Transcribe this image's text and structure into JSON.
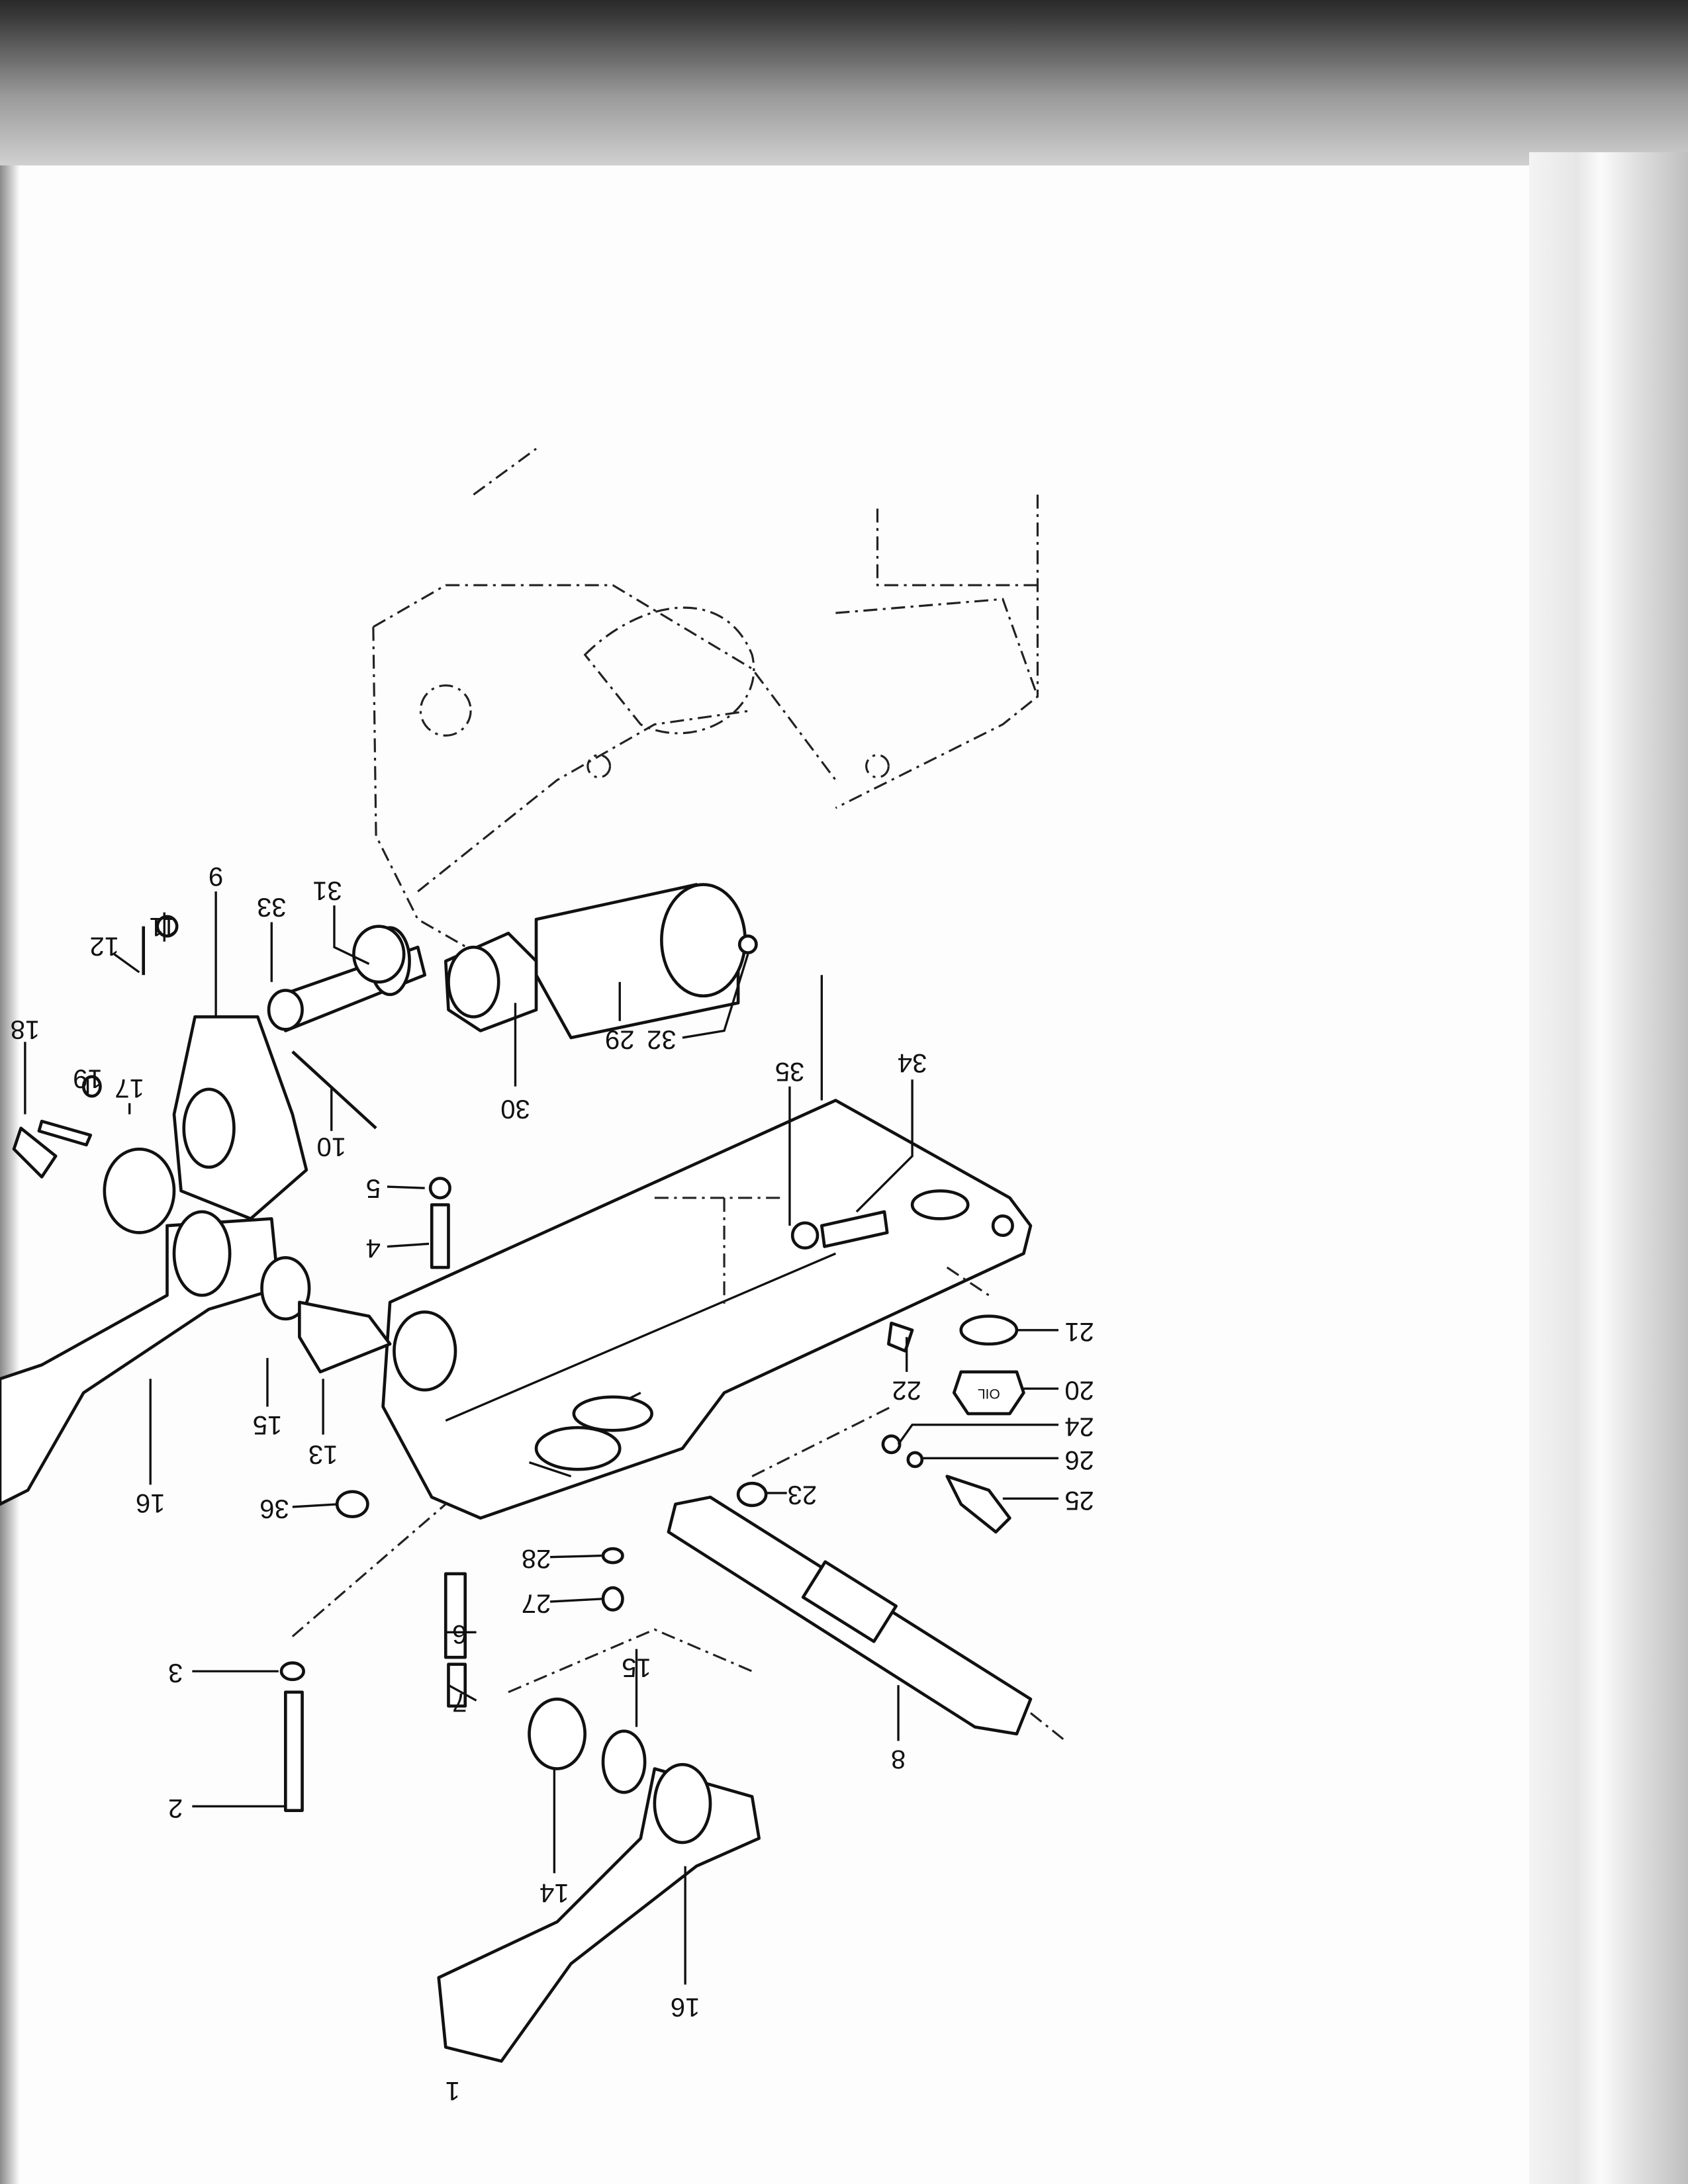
{
  "diagram": {
    "orientation": "rotated 180 degrees (scanned upside down)",
    "callouts": [
      "1",
      "2",
      "3",
      "4",
      "5",
      "6",
      "7",
      "8",
      "9",
      "10",
      "11",
      "12",
      "13",
      "14",
      "15",
      "16",
      "17",
      "18",
      "19",
      "20",
      "21",
      "22",
      "23",
      "24",
      "25",
      "26",
      "27",
      "28",
      "29",
      "30",
      "31",
      "32",
      "33",
      "34",
      "35",
      "36"
    ],
    "repeat_callouts": {
      "15b": "15",
      "16b": "16"
    },
    "oil_plug_text": "OIL"
  },
  "colors": {
    "page": "#fdfdfd",
    "ink": "#111111",
    "scan_border": "#2a2a2a"
  }
}
